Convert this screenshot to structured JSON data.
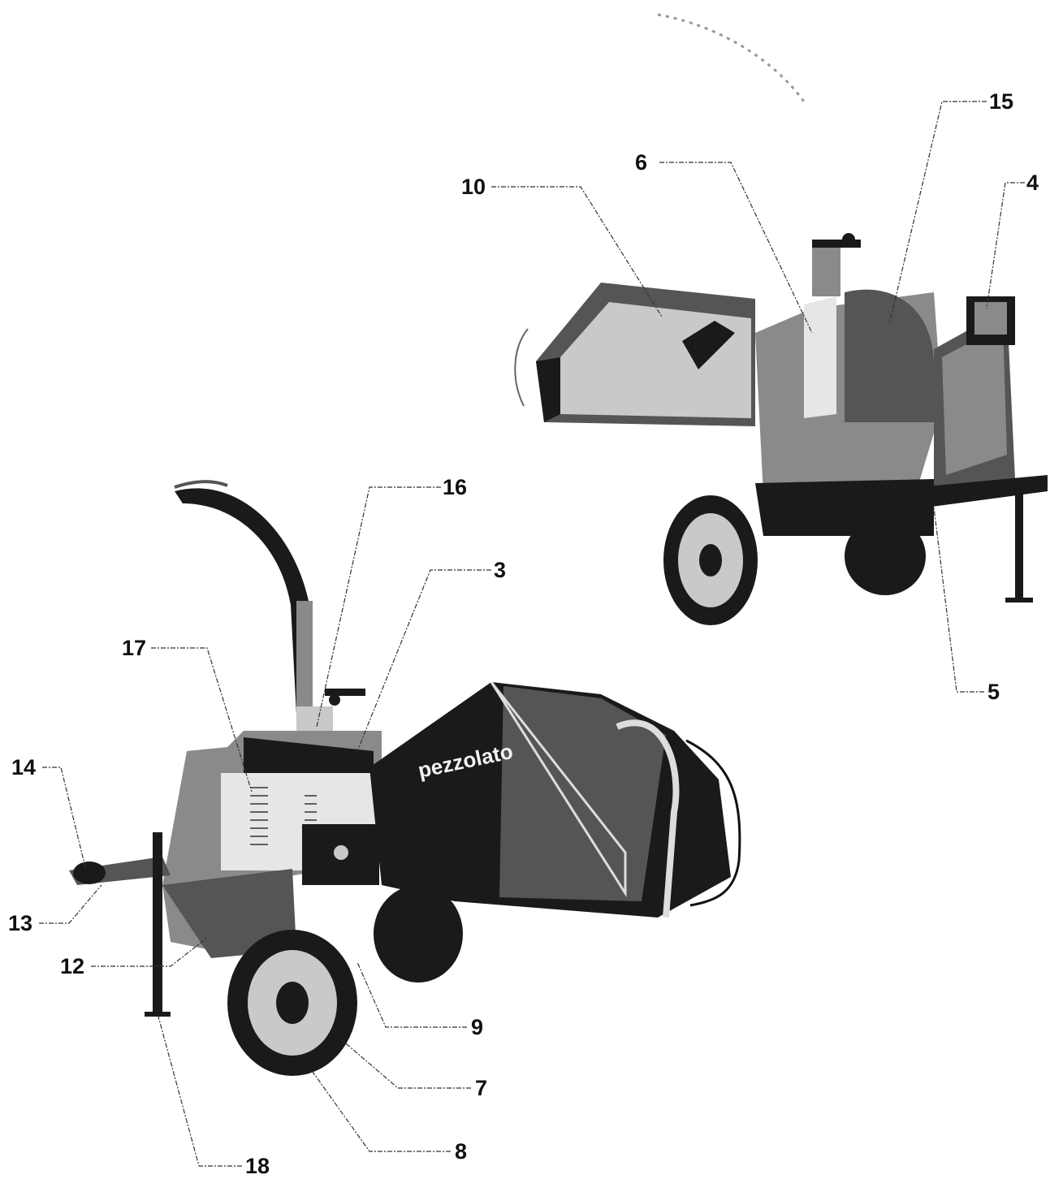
{
  "brand_text": "pezzolato",
  "callouts": [
    {
      "id": "15",
      "label": "15"
    },
    {
      "id": "6",
      "label": "6"
    },
    {
      "id": "10",
      "label": "10"
    },
    {
      "id": "4",
      "label": "4"
    },
    {
      "id": "5",
      "label": "5"
    },
    {
      "id": "16",
      "label": "16"
    },
    {
      "id": "3",
      "label": "3"
    },
    {
      "id": "17",
      "label": "17"
    },
    {
      "id": "14",
      "label": "14"
    },
    {
      "id": "13",
      "label": "13"
    },
    {
      "id": "12",
      "label": "12"
    },
    {
      "id": "9",
      "label": "9"
    },
    {
      "id": "7",
      "label": "7"
    },
    {
      "id": "8",
      "label": "8"
    },
    {
      "id": "18",
      "label": "18"
    }
  ]
}
